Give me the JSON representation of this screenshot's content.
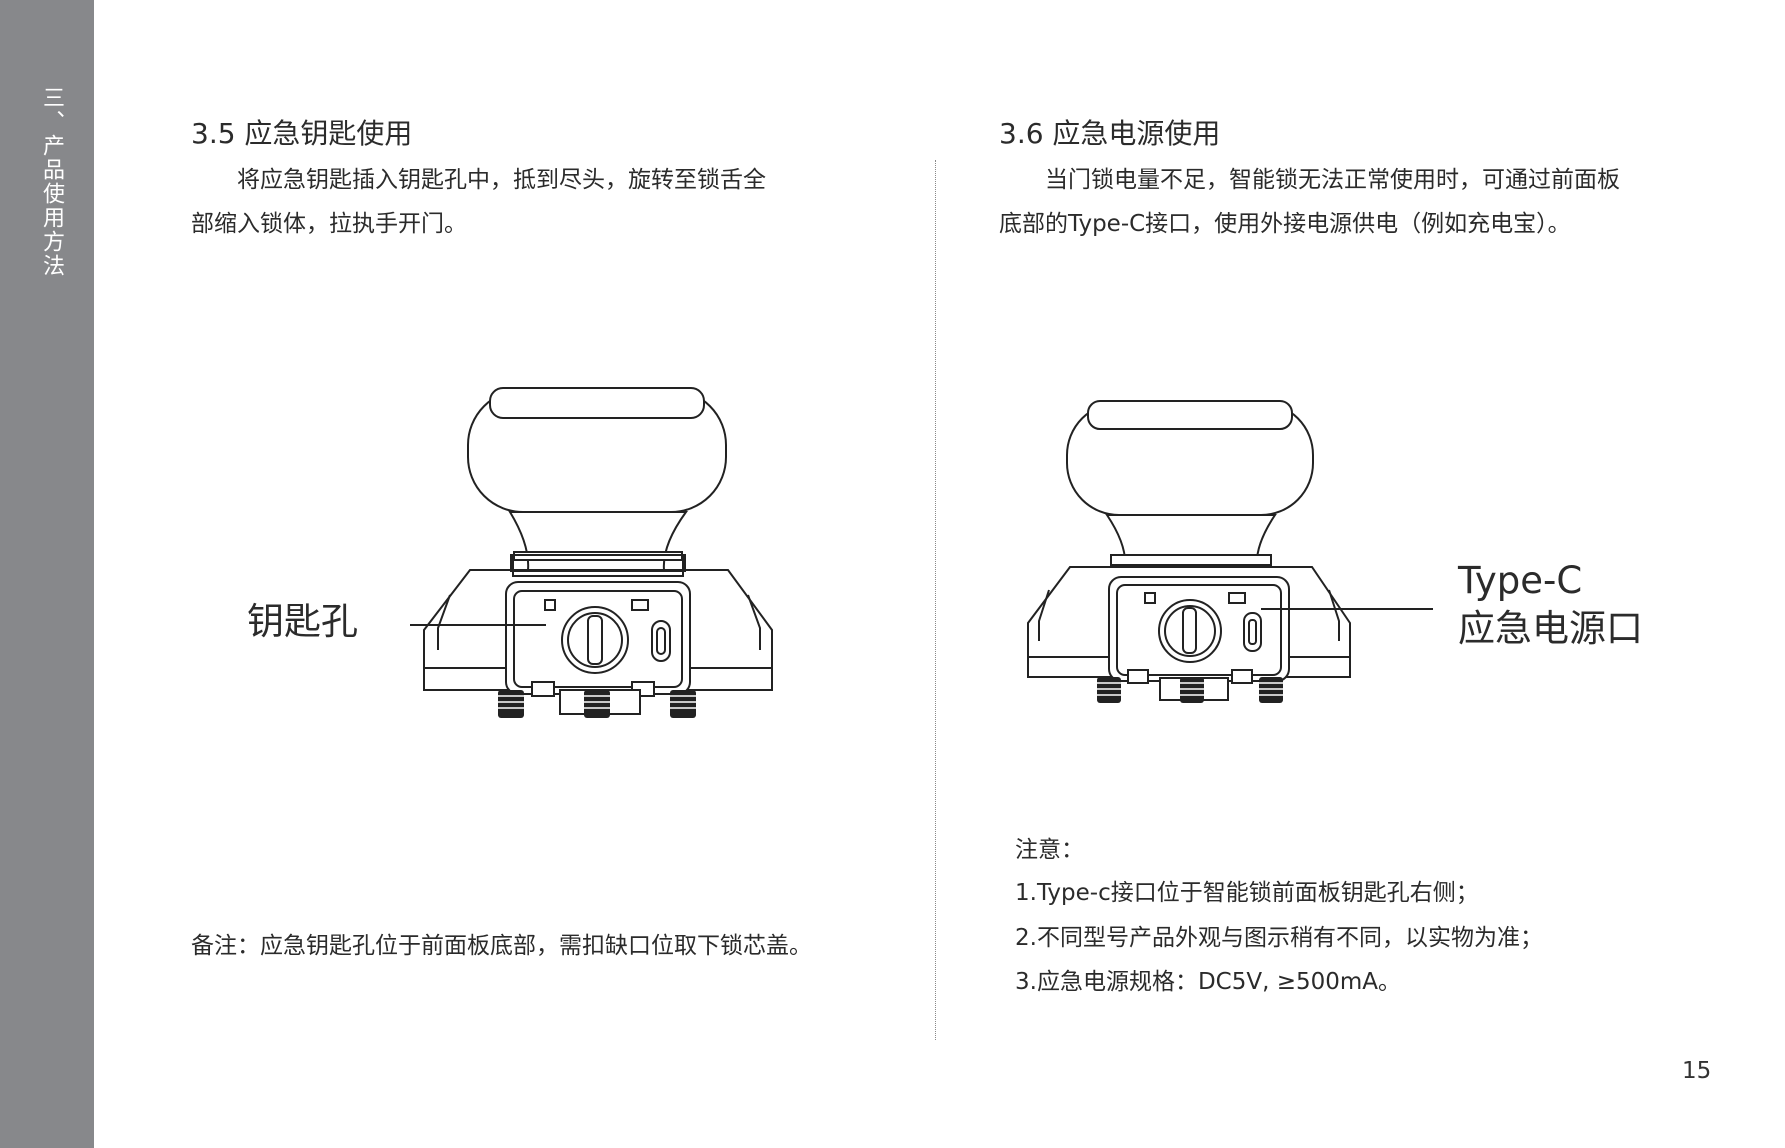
{
  "sidebar": {
    "chapter": "三、产品使用方法"
  },
  "left": {
    "heading": "3.5 应急钥匙使用",
    "paragraph": [
      "将应急钥匙插入钥匙孔中，抵到尽头，旋转至锁舌全",
      "部缩入锁体，拉执手开门。"
    ],
    "callout": "钥匙孔",
    "remark": "备注：应急钥匙孔位于前面板底部，需扣缺口位取下锁芯盖。"
  },
  "right": {
    "heading": "3.6 应急电源使用",
    "paragraph": [
      "当门锁电量不足，智能锁无法正常使用时，可通过前面板",
      "底部的Type-C接口，使用外接电源供电（例如充电宝）。"
    ],
    "callout": [
      "Type-C",
      "应急电源口"
    ],
    "notes_title": "注意：",
    "notes": [
      "1.Type-c接口位于智能锁前面板钥匙孔右侧；",
      "2.不同型号产品外观与图示稍有不同，以实物为准；",
      "3.应急电源规格：DC5V, ≥500mA。"
    ]
  },
  "page_number": "15"
}
